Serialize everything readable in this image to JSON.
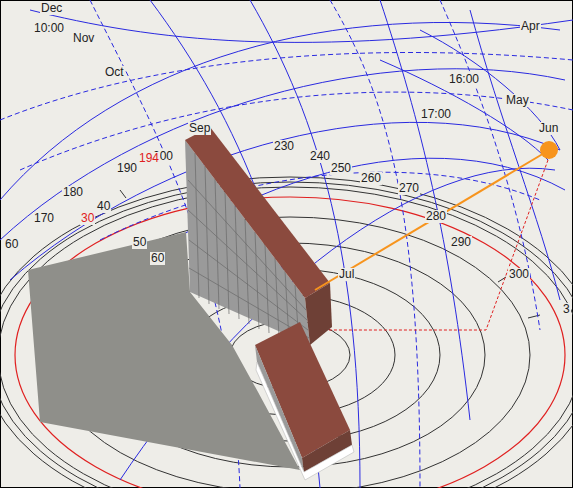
{
  "diagram": {
    "labels": [
      "Dec",
      "10:00",
      "Nov",
      "Oct",
      "Sep",
      "Apr",
      "16:00",
      "May",
      "17:00",
      "Jun",
      "200",
      "230",
      "240",
      "250",
      "260",
      "270",
      "280",
      "290",
      "300",
      "3",
      "Jul",
      "190",
      "194",
      "180",
      "170",
      "60",
      "40",
      "30",
      "50",
      "60"
    ]
  }
}
